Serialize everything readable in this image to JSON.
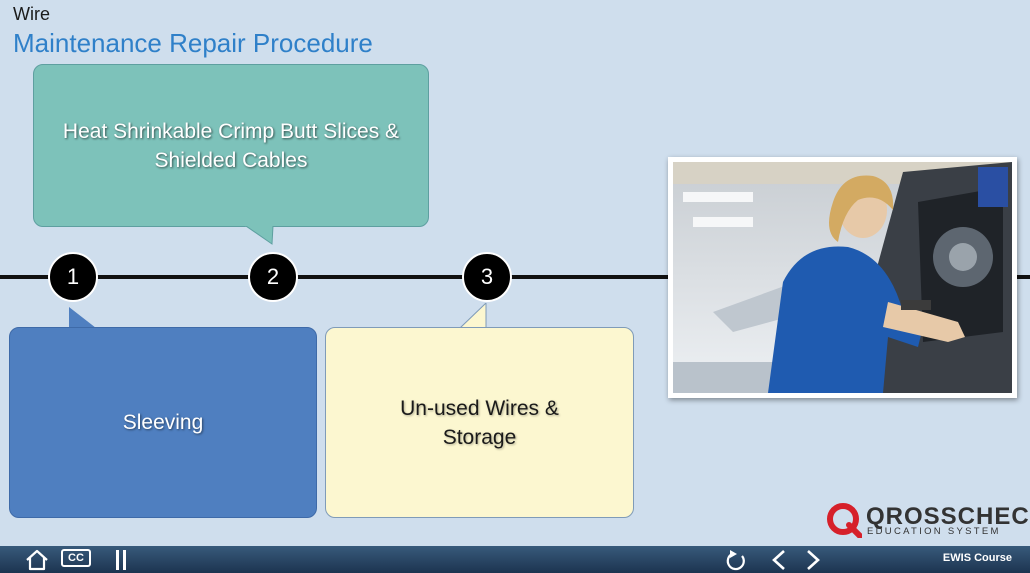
{
  "header": {
    "subject": "Wire",
    "title": "Maintenance Repair Procedure"
  },
  "markers": [
    {
      "number": "1",
      "label": "Sleeving"
    },
    {
      "number": "2",
      "label": "Heat Shrinkable Crimp Butt Slices & Shielded Cables"
    },
    {
      "number": "3",
      "label": "Un-used Wires & Storage"
    }
  ],
  "callouts": {
    "sleeving": "Sleeving",
    "heat_shrink_line1": "Heat Shrinkable Crimp Butt Slices &",
    "heat_shrink_line2": "Shielded Cables",
    "unused_line1": "Un-used Wires &",
    "unused_line2": "Storage"
  },
  "logo": {
    "name": "QROSSCHECK",
    "tagline": "EDUCATION SYSTEM",
    "color": "#d6202a"
  },
  "navbar": {
    "home_icon": "home-icon",
    "cc_label": "CC",
    "pause_icon": "pause-icon",
    "replay_icon": "replay-icon",
    "prev_icon": "chevron-left-icon",
    "next_icon": "chevron-right-icon",
    "course_label": "EWIS Course"
  },
  "colors": {
    "title": "#2f80c9",
    "callout_blue": "#4f7fc0",
    "callout_teal": "#7dc2ba",
    "callout_cream": "#fcf7d0"
  }
}
